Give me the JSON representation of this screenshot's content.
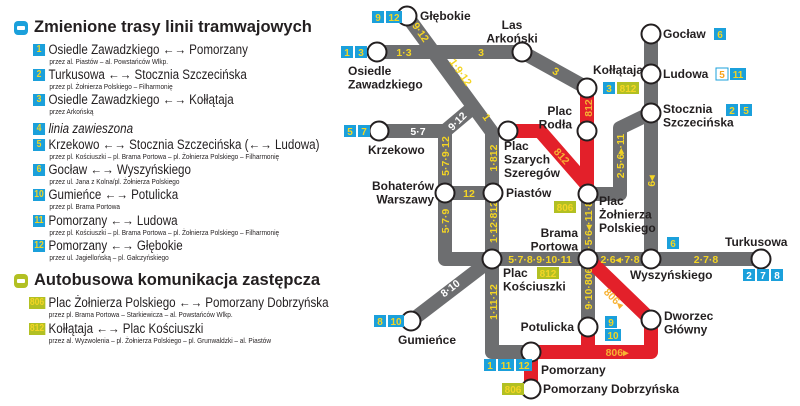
{
  "legend": {
    "tram_heading": "Zmienione trasy linii tramwajowych",
    "tram_routes": [
      {
        "line": "1",
        "route": "Osiedle Zawadzkiego ←→ Pomorzany",
        "via": "przez al. Piastów – al. Powstańców Wlkp."
      },
      {
        "line": "2",
        "route": "Turkusowa ←→ Stocznia Szczecińska",
        "via": "przez pl. Żołnierza Polskiego – Filharmonię"
      },
      {
        "line": "3",
        "route": "Osiedle Zawadzkiego ←→ Kołłątaja",
        "via": "przez Arkońską"
      },
      {
        "line": "4",
        "route": "linia zawieszona",
        "via": ""
      },
      {
        "line": "5",
        "route": "Krzekowo ←→ Stocznia Szczecińska (←→ Ludowa)",
        "via": "przez pl. Kościuszki – pl. Brama Portowa – pl. Żołnierza Polskiego – Filharmonię"
      },
      {
        "line": "6",
        "route": "Gocław ←→ Wyszyńskiego",
        "via": "przez ul. Jana z Kolna/pl. Żołnierza Polskiego"
      },
      {
        "line": "10",
        "route": "Gumieńce ←→ Potulicka",
        "via": "przez pl. Brama Portowa"
      },
      {
        "line": "11",
        "route": "Pomorzany ←→ Ludowa",
        "via": "przez pl. Kościuszki – pl. Brama Portowa – pl. Żołnierza Polskiego – Filharmonię"
      },
      {
        "line": "12",
        "route": "Pomorzany ←→ Głębokie",
        "via": "przez ul. Jagiellońską – pl. Gałczyńskiego"
      }
    ],
    "bus_heading": "Autobusowa komunikacja zastępcza",
    "bus_routes": [
      {
        "line": "806",
        "route": "Plac Żołnierza Polskiego ←→ Pomorzany Dobrzyńska",
        "via": "przez pl. Brama Portowa – Starkiewicza – al. Powstańców Wlkp."
      },
      {
        "line": "812",
        "route": "Kołłątaja ←→ Plac Kościuszki",
        "via": "przez al. Wyzwolenia – pl. Żołnierza Polskiego – pl. Grunwaldzki – al. Piastów"
      }
    ]
  },
  "colors": {
    "tram": "#1ba0db",
    "bus": "#b2c023",
    "line_gray": "#6d6e70",
    "detour_red": "#e3202a",
    "label_yellow": "#f4d524"
  },
  "map": {
    "stations": [
      {
        "name": [
          "Głębokie"
        ],
        "badges": [
          [
            "9",
            "blue"
          ],
          [
            "12",
            "blue"
          ]
        ]
      },
      {
        "name": [
          "Osiedle",
          "Zawadzkiego"
        ],
        "badges": [
          [
            "1",
            "blue"
          ],
          [
            "3",
            "blue"
          ]
        ]
      },
      {
        "name": [
          "Las",
          "Arkoński"
        ],
        "badges": []
      },
      {
        "name": [
          "Kołłątaja"
        ],
        "badges": [
          [
            "3",
            "blue"
          ],
          [
            "812",
            "green"
          ]
        ]
      },
      {
        "name": [
          "Plac",
          "Rodła"
        ],
        "badges": []
      },
      {
        "name": [
          "Plac",
          "Szarych",
          "Szeregów"
        ],
        "badges": []
      },
      {
        "name": [
          "Krzekowo"
        ],
        "badges": [
          [
            "5",
            "blue"
          ],
          [
            "7",
            "blue"
          ]
        ]
      },
      {
        "name": [
          "Bohaterów",
          "Warszawy"
        ],
        "badges": []
      },
      {
        "name": [
          "Piastów"
        ],
        "badges": []
      },
      {
        "name": [
          "Plac",
          "Żołnierza",
          "Polskiego"
        ],
        "badges": [
          [
            "806",
            "green"
          ]
        ]
      },
      {
        "name": [
          "Brama",
          "Portowa"
        ],
        "badges": []
      },
      {
        "name": [
          "Plac",
          "Kościuszki"
        ],
        "badges": [
          [
            "812",
            "green"
          ]
        ]
      },
      {
        "name": [
          "Wyszyńskiego"
        ],
        "badges": [
          [
            "6",
            "blue"
          ]
        ]
      },
      {
        "name": [
          "Turkusowa"
        ],
        "badges": [
          [
            "2",
            "blue"
          ],
          [
            "7",
            "blue"
          ],
          [
            "8",
            "blue"
          ]
        ]
      },
      {
        "name": [
          "Gocław"
        ],
        "badges": [
          [
            "6",
            "blue"
          ]
        ]
      },
      {
        "name": [
          "Ludowa"
        ],
        "badges": [
          [
            "5",
            "outline"
          ],
          [
            "11",
            "blue"
          ]
        ]
      },
      {
        "name": [
          "Stocznia",
          "Szczecińska"
        ],
        "badges": [
          [
            "2",
            "blue"
          ],
          [
            "5",
            "blue"
          ]
        ]
      },
      {
        "name": [
          "Dworzec",
          "Główny"
        ],
        "badges": []
      },
      {
        "name": [
          "Potulicka"
        ],
        "badges": [
          [
            "9",
            "blue"
          ],
          [
            "10",
            "blue"
          ]
        ]
      },
      {
        "name": [
          "Pomorzany"
        ],
        "badges": [
          [
            "1",
            "blue"
          ],
          [
            "11",
            "blue"
          ],
          [
            "12",
            "blue"
          ]
        ]
      },
      {
        "name": [
          "Pomorzany Dobrzyńska"
        ],
        "badges": [
          [
            "806",
            "green"
          ]
        ]
      },
      {
        "name": [
          "Gumieńce"
        ],
        "badges": [
          [
            "8",
            "blue"
          ],
          [
            "10",
            "blue"
          ]
        ]
      }
    ],
    "segment_labels": [
      "9·12",
      "1·3",
      "3",
      "3",
      "1·9·12",
      "9·12",
      "5·7",
      "1",
      "5·7·9·12",
      "1·812",
      "812",
      "812",
      "2·5·6▸·11",
      "6◂",
      "12",
      "5·7·9",
      "1·12·812",
      "5·7·8·9·10·11",
      "2·5·6◂·11·806",
      "2·6◂·7·8",
      "2·7·8",
      "8·10",
      "1·11·12",
      "9·10·806◂",
      "806◂",
      "806▸"
    ]
  }
}
